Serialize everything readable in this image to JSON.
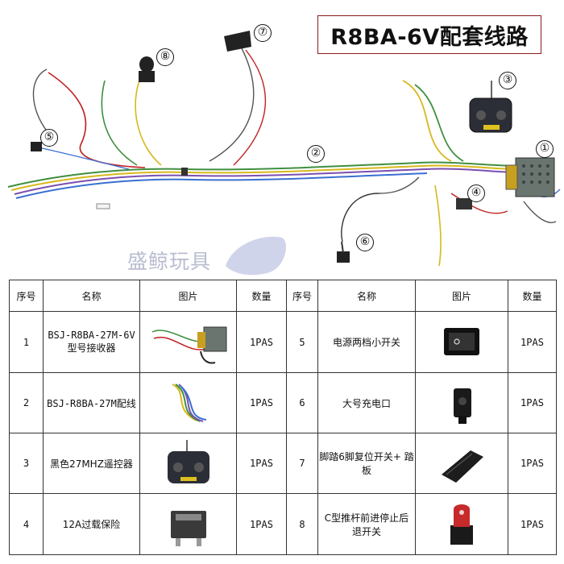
{
  "title": "R8BA-6V配套线路",
  "callouts": [
    "①",
    "②",
    "③",
    "④",
    "⑤",
    "⑥",
    "⑦",
    "⑧"
  ],
  "watermark": "盛鲸玩具",
  "table": {
    "headers": [
      "序号",
      "名称",
      "图片",
      "数量",
      "序号",
      "名称",
      "图片",
      "数量"
    ],
    "rows": [
      {
        "left": {
          "no": "1",
          "name": "BSJ-R8BA-27M-6V 型号接收器",
          "qty": "1PAS"
        },
        "right": {
          "no": "5",
          "name": "电源两档小开关",
          "qty": "1PAS"
        }
      },
      {
        "left": {
          "no": "2",
          "name": "BSJ-R8BA-27M配线",
          "qty": "1PAS"
        },
        "right": {
          "no": "6",
          "name": "大号充电口",
          "qty": "1PAS"
        }
      },
      {
        "left": {
          "no": "3",
          "name": "黑色27MHZ遥控器",
          "qty": "1PAS"
        },
        "right": {
          "no": "7",
          "name": "脚踏6脚复位开关+ 踏板",
          "qty": "1PAS"
        }
      },
      {
        "left": {
          "no": "4",
          "name": "12A过载保险",
          "qty": "1PAS"
        },
        "right": {
          "no": "8",
          "name": "C型推杆前进停止后 退开关",
          "qty": "1PAS"
        }
      }
    ]
  },
  "colors": {
    "title_border": "#8c1a1a",
    "watermark": "#b9bdd0",
    "table_border": "#333333"
  }
}
